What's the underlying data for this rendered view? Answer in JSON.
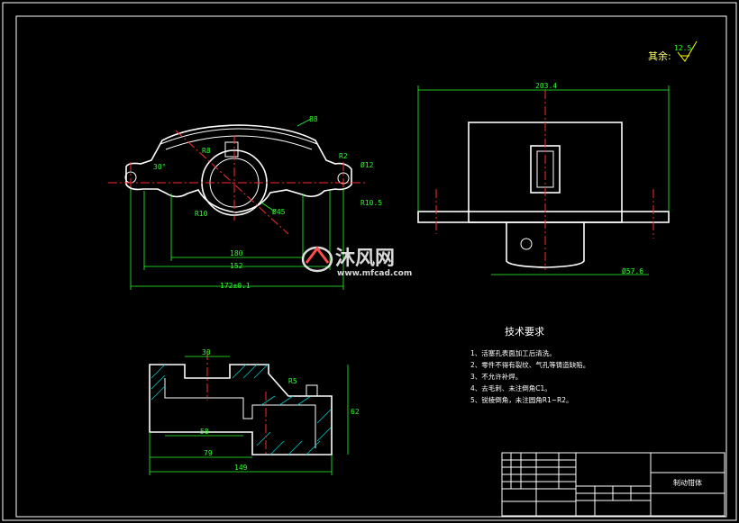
{
  "surface_mark": {
    "label": "其余:",
    "value": "12.5"
  },
  "dimensions": {
    "dim_30": "30°",
    "dim_88": "88",
    "dim_r2": "R2",
    "dim_r8": "R8",
    "dim_phi12": "Ø12",
    "dim_phi45": "Ø45",
    "dim_r10": "R10",
    "dim_r10_5": "R10.5",
    "dim_180": "180",
    "dim_152": "152",
    "dim_172": "172±0.1",
    "dim_203": "203.4",
    "dim_phi57": "Ø57.6",
    "dim_30b": "30",
    "dim_r5": "R5",
    "dim_62": "62",
    "dim_58": "58",
    "dim_79": "79",
    "dim_149": "149"
  },
  "tech_requirements": {
    "title": "技术要求",
    "items": [
      "1、活塞孔表面加工后清洗。",
      "2、零件不得有裂纹、气孔等铸造缺陷。",
      "3、不允许补焊。",
      "4、去毛刺、未注倒角C1。",
      "5、锐棱倒角，未注圆角R1~R2。"
    ]
  },
  "title_block": {
    "part_name": "制动钳体"
  },
  "watermark": {
    "brand": "沐风网",
    "url": "www.mfcad.com"
  }
}
